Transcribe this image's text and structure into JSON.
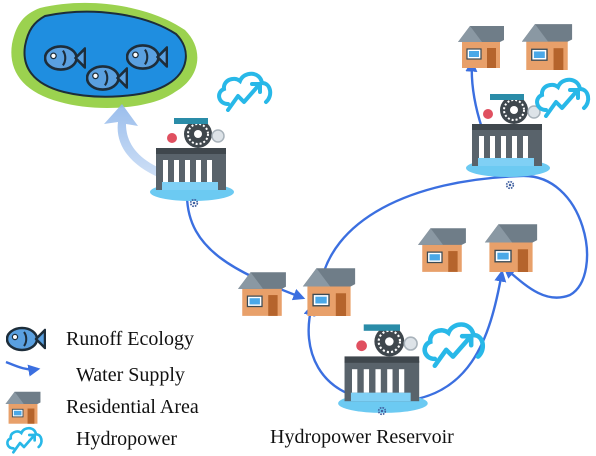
{
  "legend": {
    "items": [
      {
        "icon": "fish-icon",
        "label": "Runoff Ecology"
      },
      {
        "icon": "arrow-icon",
        "label": "Water Supply"
      },
      {
        "icon": "house-icon",
        "label": "Residential Area"
      },
      {
        "icon": "cloud-bolt-icon",
        "label": "Hydropower"
      }
    ]
  },
  "caption": "Hydropower Reservoir",
  "colors": {
    "flow": "#3b6fe0",
    "pond_water": "#1f8ee0",
    "pond_border": "#8cc43f",
    "fish": "#5aa0e0",
    "cloud": "#28b8e8",
    "house_wall": "#e8a06a",
    "house_roof": "#7a8a95",
    "door": "#b5642c",
    "dam": "#555f66",
    "reservoir": "#6ccaf2"
  }
}
